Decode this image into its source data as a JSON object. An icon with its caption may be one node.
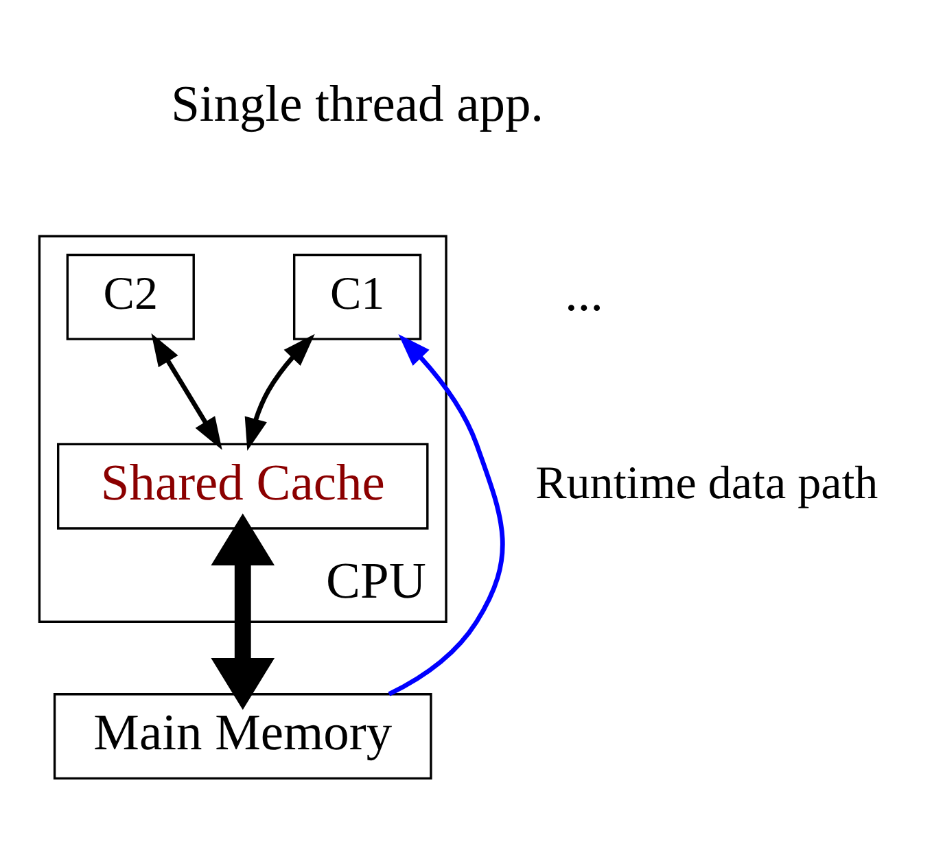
{
  "diagram": {
    "nodes": [
      {
        "text": [
          "CPU"
        ]
      },
      {
        "text": [
          "C1"
        ],
        "in": 0
      },
      {
        "text": [
          "C2"
        ],
        "in": 0
      },
      {
        "text": [
          "Shared Cache"
        ],
        "in": 0
      },
      {
        "text": [
          "Main Memory"
        ]
      }
    ],
    "edges": [
      {
        "from": 1,
        "to": 3,
        "arrow": "both"
      },
      {
        "from": 2,
        "to": 3,
        "arrow": "both"
      },
      {
        "from": 3,
        "to": 4,
        "arrow": "both",
        "style": "thick"
      },
      {
        "from": 4,
        "to": 1,
        "arrow": "to",
        "color": "#0000ff",
        "label": "Runtime data path"
      }
    ],
    "labels": [
      "Single thread app.",
      "..."
    ]
  }
}
